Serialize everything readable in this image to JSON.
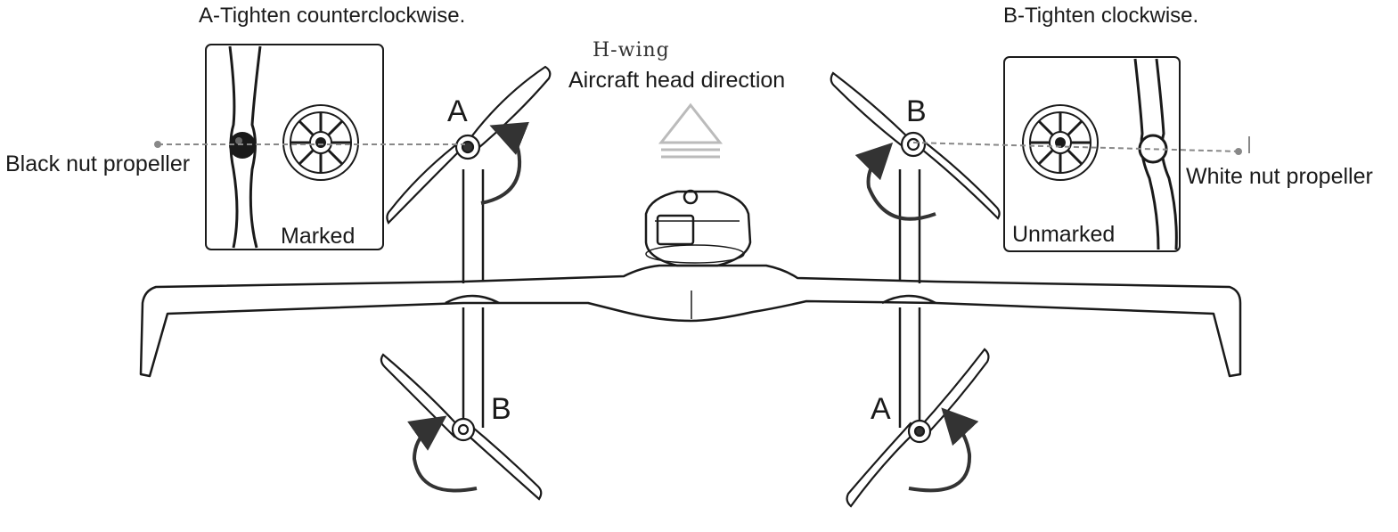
{
  "captions": {
    "left": "A-Tighten counterclockwise.",
    "right": "B-Tighten clockwise."
  },
  "model_label": "H-wing",
  "head_direction": "Aircraft head direction",
  "nut_labels": {
    "black": "Black nut propeller",
    "white": "White nut propeller"
  },
  "inset_labels": {
    "marked": "Marked",
    "unmarked": "Unmarked"
  },
  "rotor_letters": {
    "front_left": "A",
    "front_right": "B",
    "rear_left": "B",
    "rear_right": "A"
  },
  "icons": [
    "head-direction-triangle-icon",
    "rotation-arrow-icon",
    "motor-icon",
    "propeller-icon"
  ],
  "colors": {
    "line": "#1a1a1a",
    "arrow": "#333333",
    "leader": "#888888",
    "triangle": "#bbbbbb"
  }
}
